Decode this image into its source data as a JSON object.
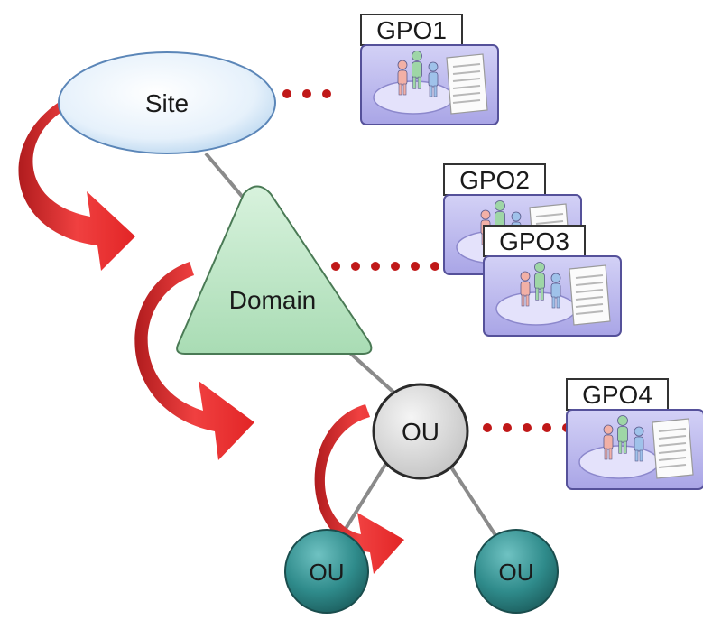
{
  "nodes": {
    "site": "Site",
    "domain": "Domain",
    "ou_parent": "OU",
    "ou_child_left": "OU",
    "ou_child_right": "OU"
  },
  "gpos": {
    "gpo1": "GPO1",
    "gpo2": "GPO2",
    "gpo3": "GPO3",
    "gpo4": "GPO4"
  },
  "icons": {
    "gpo_card": "users-document-icon",
    "flow_arrow": "curved-arrow-icon"
  },
  "colors": {
    "site_fill": "#dfeefa",
    "domain_fill": "#bfe6c7",
    "ou_fill": "#d9d9d9",
    "ou_child_fill": "#2f8b8b",
    "gpo_card_fill": "#b7b4ec",
    "arrow": "#e8282a",
    "link_dots": "#c01818",
    "connector": "#8a8a8a"
  }
}
